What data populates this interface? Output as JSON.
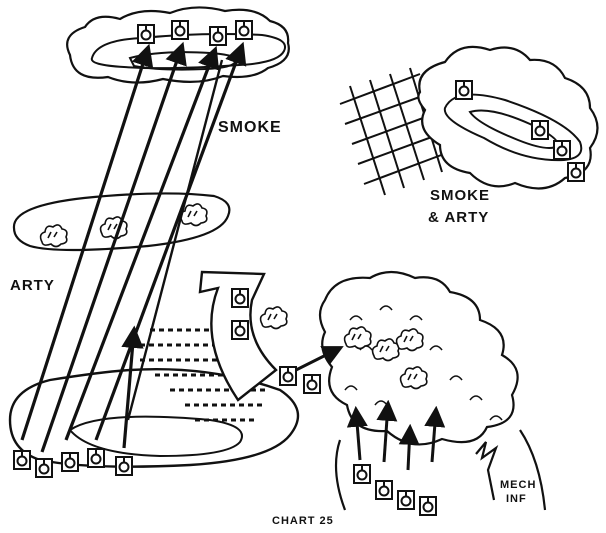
{
  "labels": {
    "smoke": "SMOKE",
    "smoke_arty_line1": "SMOKE",
    "smoke_arty_line2": "& ARTY",
    "arty": "ARTY",
    "mech_line1": "MECH",
    "mech_line2": "INF",
    "caption": "CHART 25"
  },
  "colors": {
    "ink": "#111111",
    "paper": "#ffffff"
  },
  "icons": [
    "tank-icon",
    "smoke-cloud-icon",
    "artillery-burst-icon",
    "minefield-grid-icon",
    "infantry-position-icon"
  ]
}
